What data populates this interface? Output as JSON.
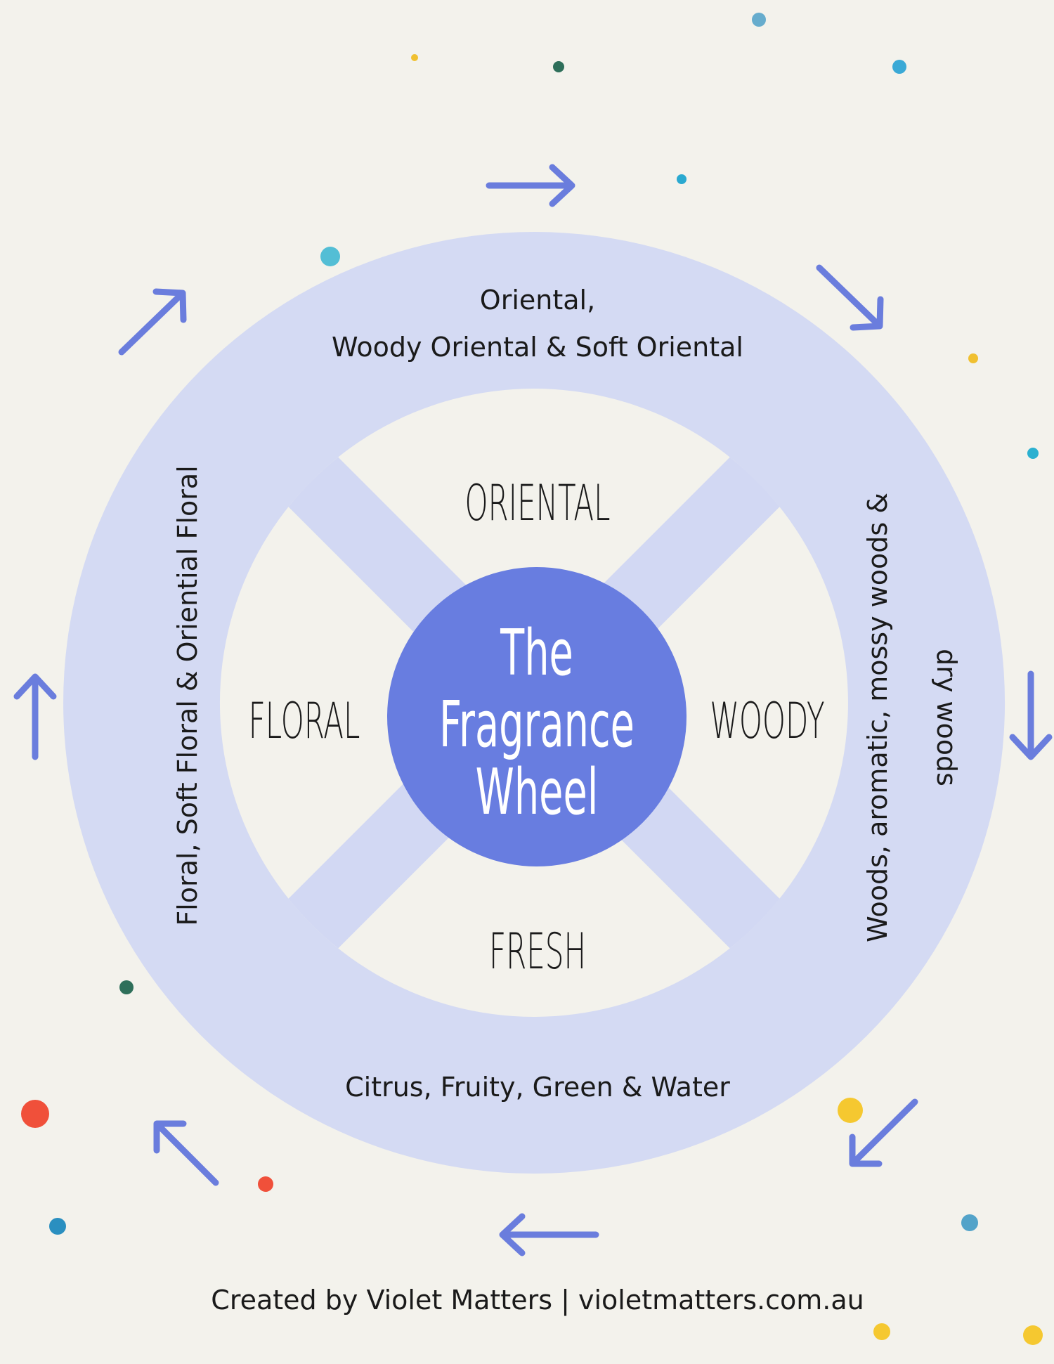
{
  "colors": {
    "ring": "#d2d8f3",
    "center": "#687de0",
    "arrow": "#6a7ddd",
    "background": "#f3f2ec"
  },
  "center_title": [
    "The",
    "Fragrance",
    "Wheel"
  ],
  "segments": {
    "top": "Oriental",
    "left": "Floral",
    "right": "Woody",
    "bottom": "Fresh"
  },
  "ring_labels": {
    "top": [
      "Oriental,",
      "Woody Oriental & Soft Oriental"
    ],
    "left": "Floral, Soft Floral & Oriential Floral",
    "right": [
      "Woods, aromatic, mossy woods &",
      "dry woods"
    ],
    "bottom": "Citrus, Fruity, Green & Water"
  },
  "footer": "Created by Violet Matters | violetmatters.com.au"
}
